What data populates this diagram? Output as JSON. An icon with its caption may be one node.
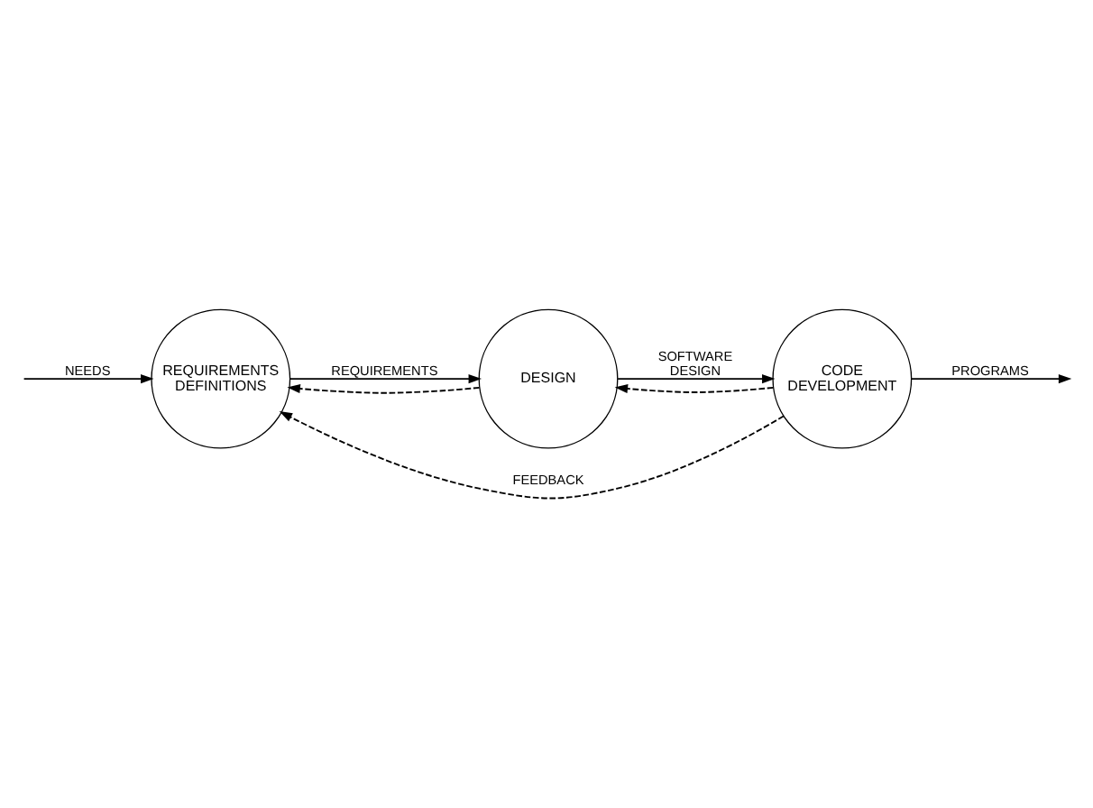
{
  "diagram": {
    "nodes": [
      {
        "text": [
          "REQUIREMENTS DEFINITIONS"
        ]
      },
      {
        "text": [
          "DESIGN"
        ]
      },
      {
        "text": [
          "CODE DEVELOPMENT"
        ]
      }
    ],
    "edges": [
      {
        "from": null,
        "to": 0,
        "arrow": "to",
        "label": "NEEDS"
      },
      {
        "from": 0,
        "to": 1,
        "arrow": "to",
        "label": "REQUIREMENTS"
      },
      {
        "from": 1,
        "to": 0,
        "arrow": "to",
        "style": "dashed"
      },
      {
        "from": 1,
        "to": 2,
        "arrow": "to",
        "label": "SOFTWARE DESIGN"
      },
      {
        "from": 2,
        "to": 1,
        "arrow": "to",
        "style": "dashed"
      },
      {
        "from": 2,
        "to": 0,
        "arrow": "to",
        "style": "dashed",
        "label": "FEEDBACK"
      },
      {
        "from": 2,
        "to": null,
        "arrow": "to",
        "label": "PROGRAMS"
      }
    ]
  }
}
